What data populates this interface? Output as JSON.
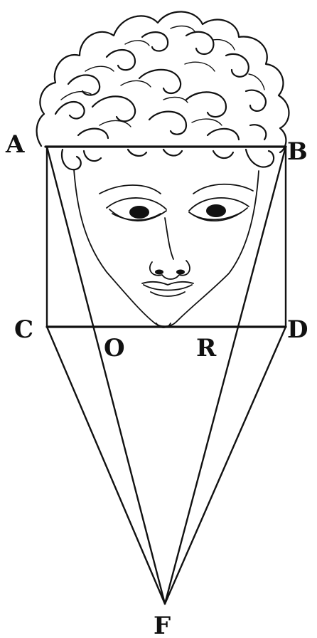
{
  "labels": {
    "A": "A",
    "B": "B",
    "C": "C",
    "D": "D",
    "O": "O",
    "R": "R",
    "F": "F"
  },
  "colors": {
    "ink": "#111111",
    "paper": "#ffffff"
  }
}
